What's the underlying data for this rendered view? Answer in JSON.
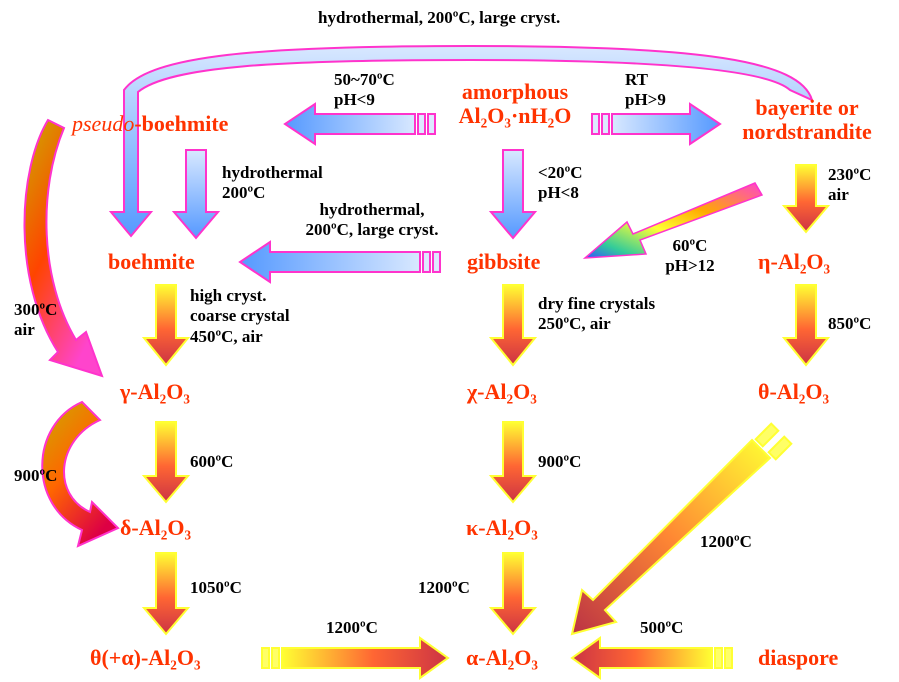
{
  "nodes": {
    "amorphous": {
      "line1": "amorphous",
      "line2": "Al₂O₃·nH₂O"
    },
    "pseudo_boehmite": {
      "prefix": "pseudo",
      "rest": "-boehmite"
    },
    "bayerite": {
      "line1": "bayerite or",
      "line2": "nordstrandite"
    },
    "boehmite": "boehmite",
    "gibbsite": "gibbsite",
    "eta": "η-Al₂O₃",
    "gamma": "γ-Al₂O₃",
    "chi": "χ-Al₂O₃",
    "theta": "θ-Al₂O₃",
    "delta": "δ-Al₂O₃",
    "kappa": "κ-Al₂O₃",
    "theta_alpha": "θ(+α)-Al₂O₃",
    "alpha": "α-Al₂O₃",
    "diaspore": "diaspore"
  },
  "conditions": {
    "top_arc": "hydrothermal, 200ºC, large cryst.",
    "amorph_to_pseudo": [
      "50~70ºC",
      "pH<9"
    ],
    "amorph_to_bayerite": [
      "RT",
      "pH>9"
    ],
    "pseudo_to_boehmite": [
      "hydrothermal",
      "200ºC"
    ],
    "gibbsite_to_boehmite": [
      "hydrothermal,",
      "200ºC, large cryst."
    ],
    "amorph_to_gibbsite": [
      "<20ºC",
      "pH<8"
    ],
    "bayerite_to_eta": [
      "230ºC",
      "air"
    ],
    "bayerite_to_gibbsite": [
      "60ºC",
      "pH>12"
    ],
    "boehmite_to_gamma": [
      "high cryst.",
      "coarse crystal",
      "450ºC, air"
    ],
    "gibbsite_to_chi": [
      "dry fine crystals",
      "250ºC, air"
    ],
    "eta_to_theta": "850ºC",
    "pseudo_to_gamma": [
      "300ºC",
      "air"
    ],
    "gamma_to_delta": "600ºC",
    "chi_to_kappa": "900ºC",
    "gamma_to_delta_side": "900ºC",
    "theta_to_alpha": "1200ºC",
    "delta_to_theta_alpha": "1050ºC",
    "kappa_to_alpha": "1200ºC",
    "theta_alpha_to_alpha": "1200ºC",
    "diaspore_to_alpha": "500ºC"
  },
  "colors": {
    "node_text": "#ff3300",
    "blue_arrow_start": "#66aaff",
    "blue_arrow_end": "#d8e8ff",
    "arrow_outline": "#ff33cc",
    "hot_arrow_start": "#ffff33",
    "hot_arrow_end": "#cc3333"
  }
}
